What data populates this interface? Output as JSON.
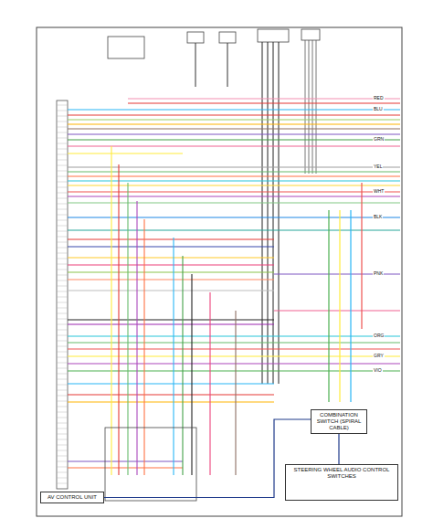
{
  "diagram": {
    "nodes": [
      {
        "text": [
          "AV CONTROL UNIT"
        ]
      },
      {
        "text": [
          "STEERING WHEEL AUDIO CONTROL SWITCHES"
        ]
      },
      {
        "text": [
          "COMBINATION SWITCH (SPIRAL CABLE)"
        ]
      }
    ],
    "edges": [
      {
        "from": 0,
        "to": 2,
        "arrow": "none"
      },
      {
        "from": 2,
        "to": 1,
        "arrow": "none"
      }
    ],
    "labels": [
      "RED",
      "BLU",
      "GRN",
      "YEL",
      "WHT",
      "BLK",
      "PNK",
      "ORG",
      "GRY",
      "VIO"
    ]
  }
}
